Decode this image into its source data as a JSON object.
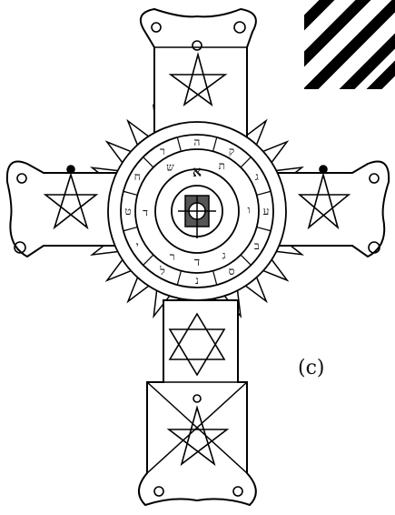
{
  "figure": {
    "panel_label": "(c)",
    "ring_outer_letters": [
      "ה",
      "ק",
      "ג",
      "ע",
      "ב",
      "ס",
      "נ",
      "ל",
      "י",
      "ט",
      "ח",
      "ר"
    ],
    "ring_inner_letters": [
      "ת",
      "ו",
      "ג",
      "ר",
      "ד",
      "ש"
    ],
    "center_letter": "א",
    "center_bottom_letter": "ד"
  }
}
